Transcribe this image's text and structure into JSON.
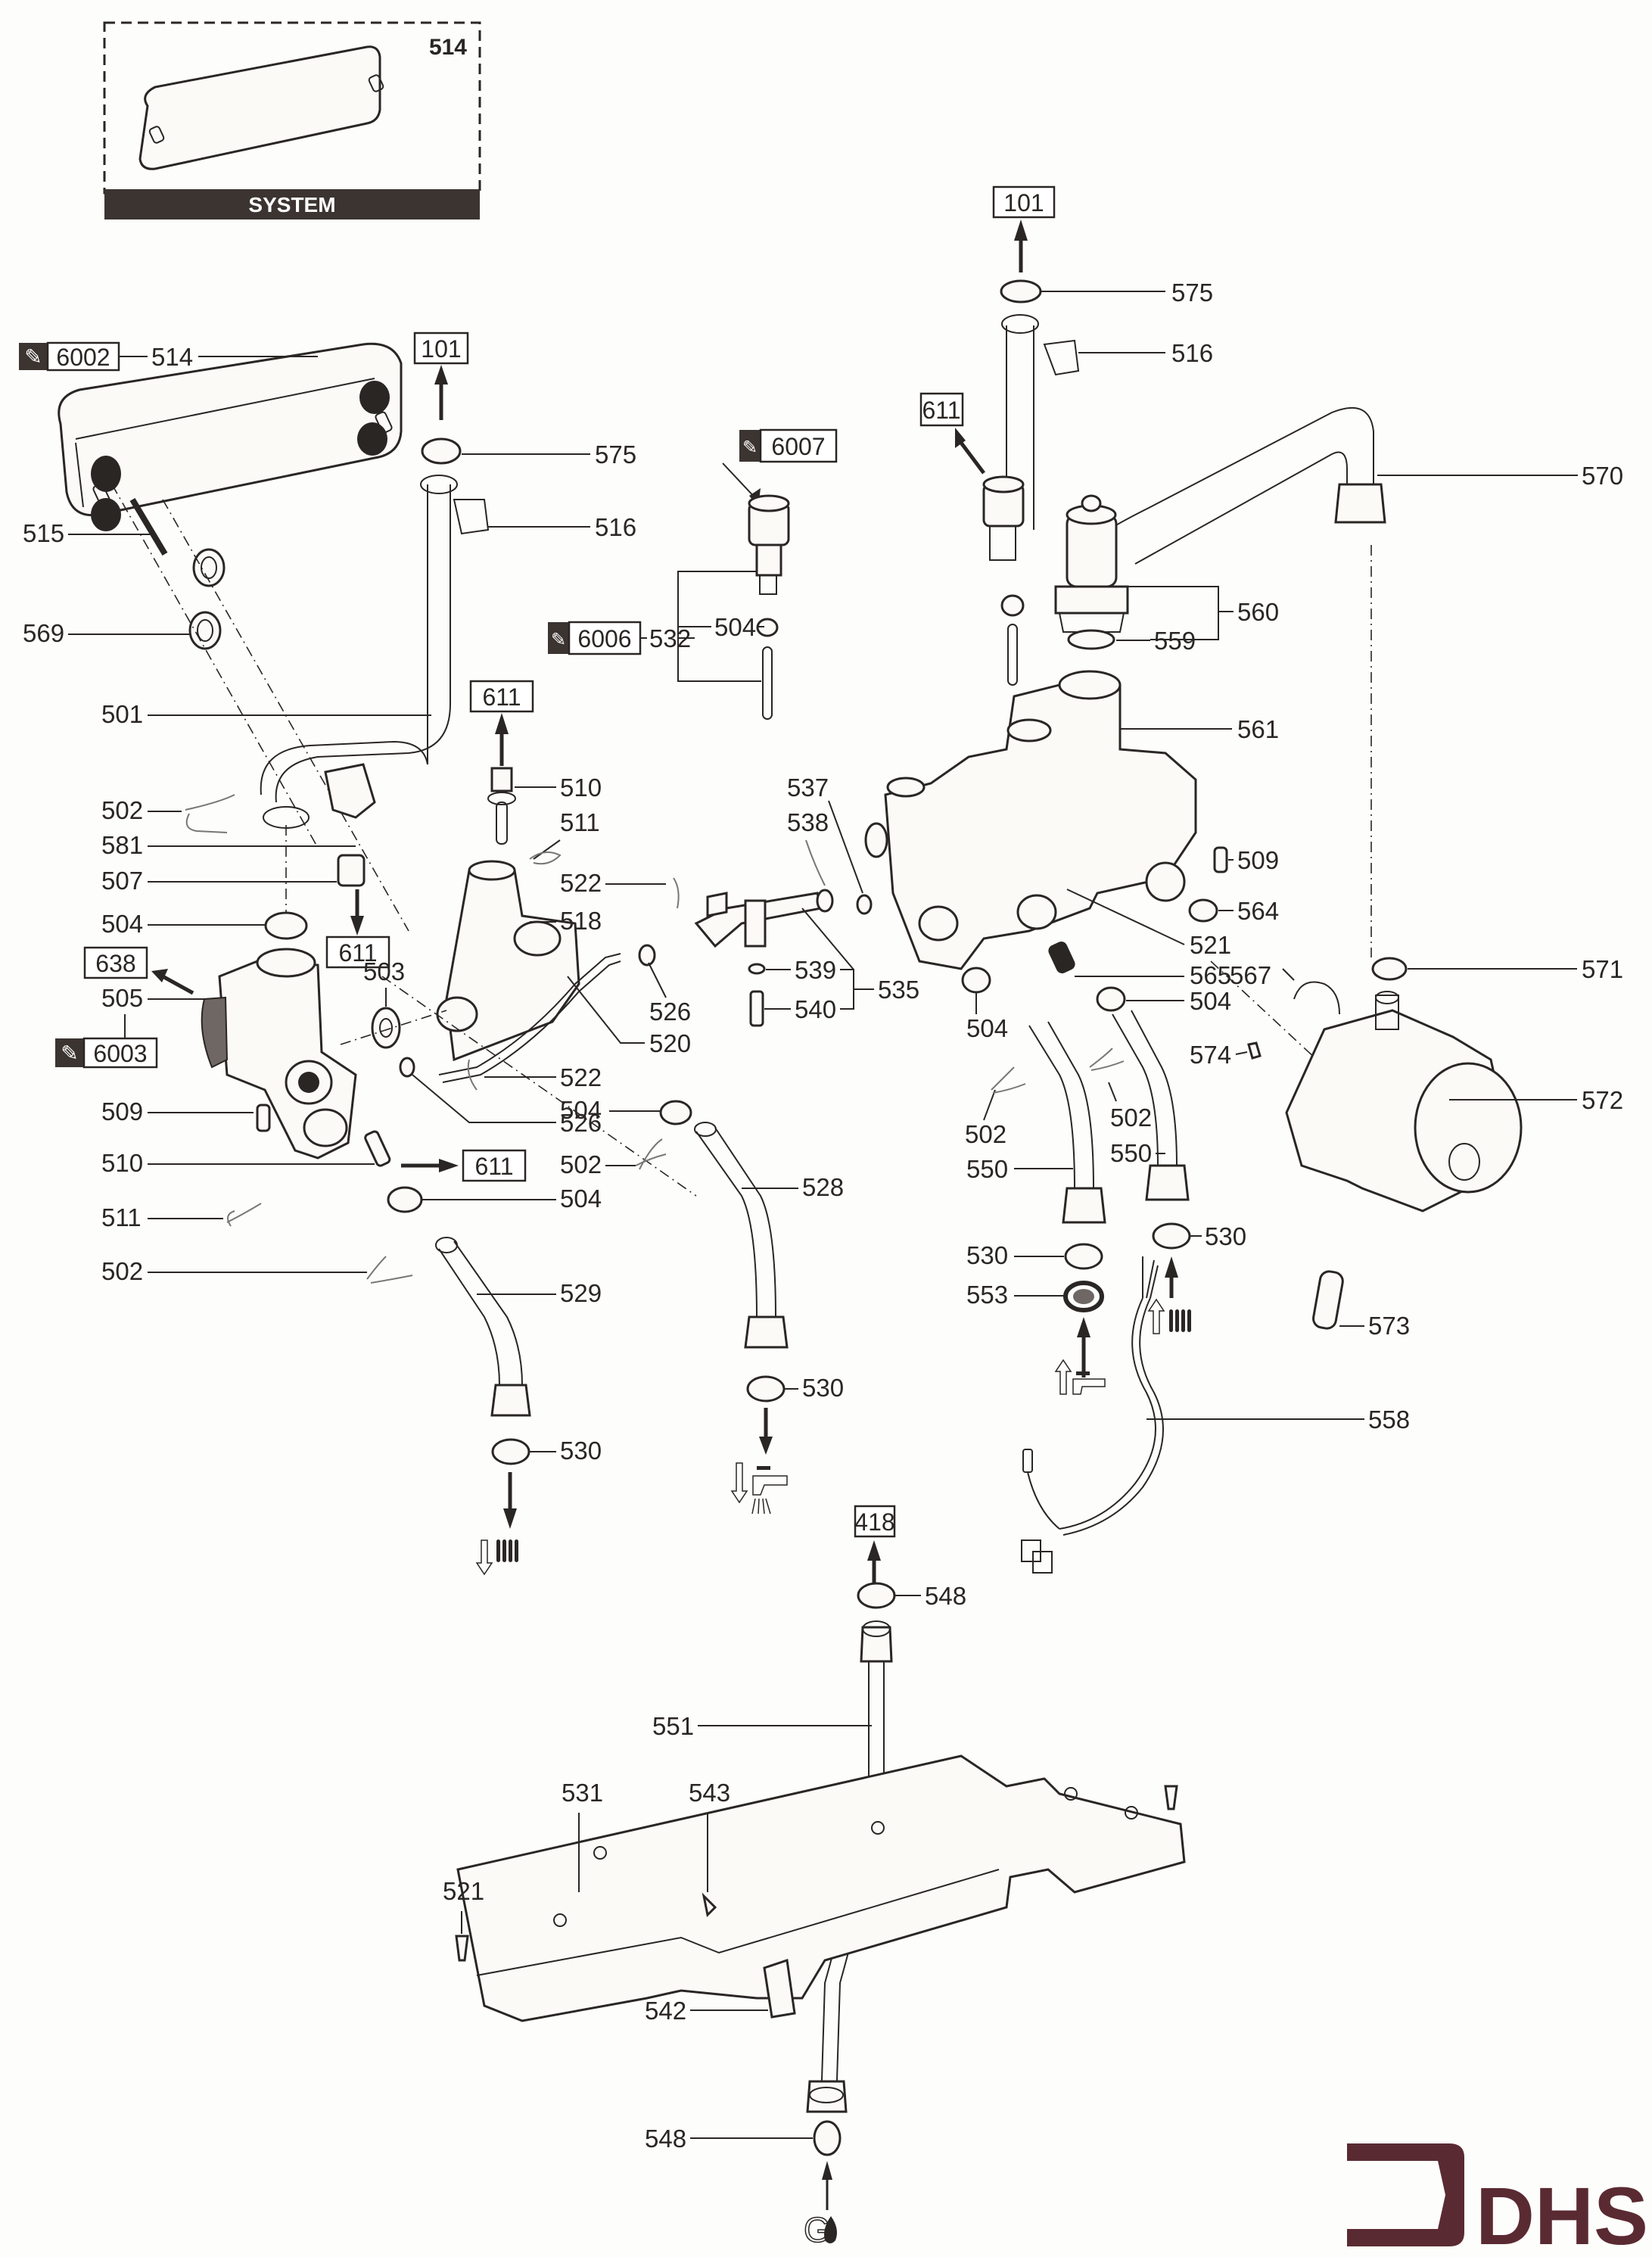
{
  "diagram": {
    "type": "exploded-parts-diagram",
    "subject": "boiler hydraulic assembly",
    "logo_text": "DHS",
    "brand_color": "#5a2a32",
    "ink_color": "#2a2624",
    "inset": {
      "part_number": "514",
      "caption": "SYSTEM"
    },
    "reference_boxes": {
      "ref_101_a": "101",
      "ref_101_b": "101",
      "ref_611_a": "611",
      "ref_611_b": "611",
      "ref_611_c": "611",
      "ref_611_d": "611",
      "ref_638": "638",
      "ref_418": "418"
    },
    "tool_kits": {
      "kit_6002": "6002",
      "kit_6007": "6007",
      "kit_6006": "6006",
      "kit_6003": "6003"
    },
    "labels": {
      "l514_top": "514",
      "l515": "515",
      "l569": "569",
      "l575_left": "575",
      "l516_left": "516",
      "l501": "501",
      "l510_top": "510",
      "l511_top": "511",
      "l502_a": "502",
      "l581": "581",
      "l507": "507",
      "l504_a": "504",
      "l505": "505",
      "l503": "503",
      "l522_a": "522",
      "l518": "518",
      "l526_a": "526",
      "l520": "520",
      "l522_b": "522",
      "l526_b": "526",
      "l504_b": "504",
      "l502_b": "502",
      "l504_c": "504",
      "l509_left": "509",
      "l510_bottom": "510",
      "l511_bottom": "511",
      "l502_c": "502",
      "l528": "528",
      "l529": "529",
      "l530_a": "530",
      "l530_b": "530",
      "l532": "532",
      "l504_532": "504",
      "l537": "537",
      "l538": "538",
      "l539": "539",
      "l540": "540",
      "l535": "535",
      "l575_right": "575",
      "l516_right": "516",
      "l570": "570",
      "l560": "560",
      "l559": "559",
      "l561": "561",
      "l509_right": "509",
      "l564": "564",
      "l521_mid": "521",
      "l565": "565",
      "l567": "567",
      "l504_d": "504",
      "l504_e": "504",
      "l571": "571",
      "l574": "574",
      "l572": "572",
      "l502_d": "502",
      "l502_e": "502",
      "l550_a": "550",
      "l550_b": "550",
      "l530_c": "530",
      "l530_d": "530",
      "l553": "553",
      "l573": "573",
      "l558": "558",
      "l548_top": "548",
      "l551": "551",
      "l531": "531",
      "l543": "543",
      "l521_bottom": "521",
      "l542": "542",
      "l548_bottom": "548"
    },
    "flow_symbols": {
      "heating_flow_out": "heating-flow-out-icon",
      "hot_water_out": "hot-water-out-icon",
      "cold_water_in": "cold-water-in-icon",
      "heating_return_in": "heating-return-in-icon",
      "gas_in": "gas-in-icon",
      "gas_letter": "G"
    }
  }
}
